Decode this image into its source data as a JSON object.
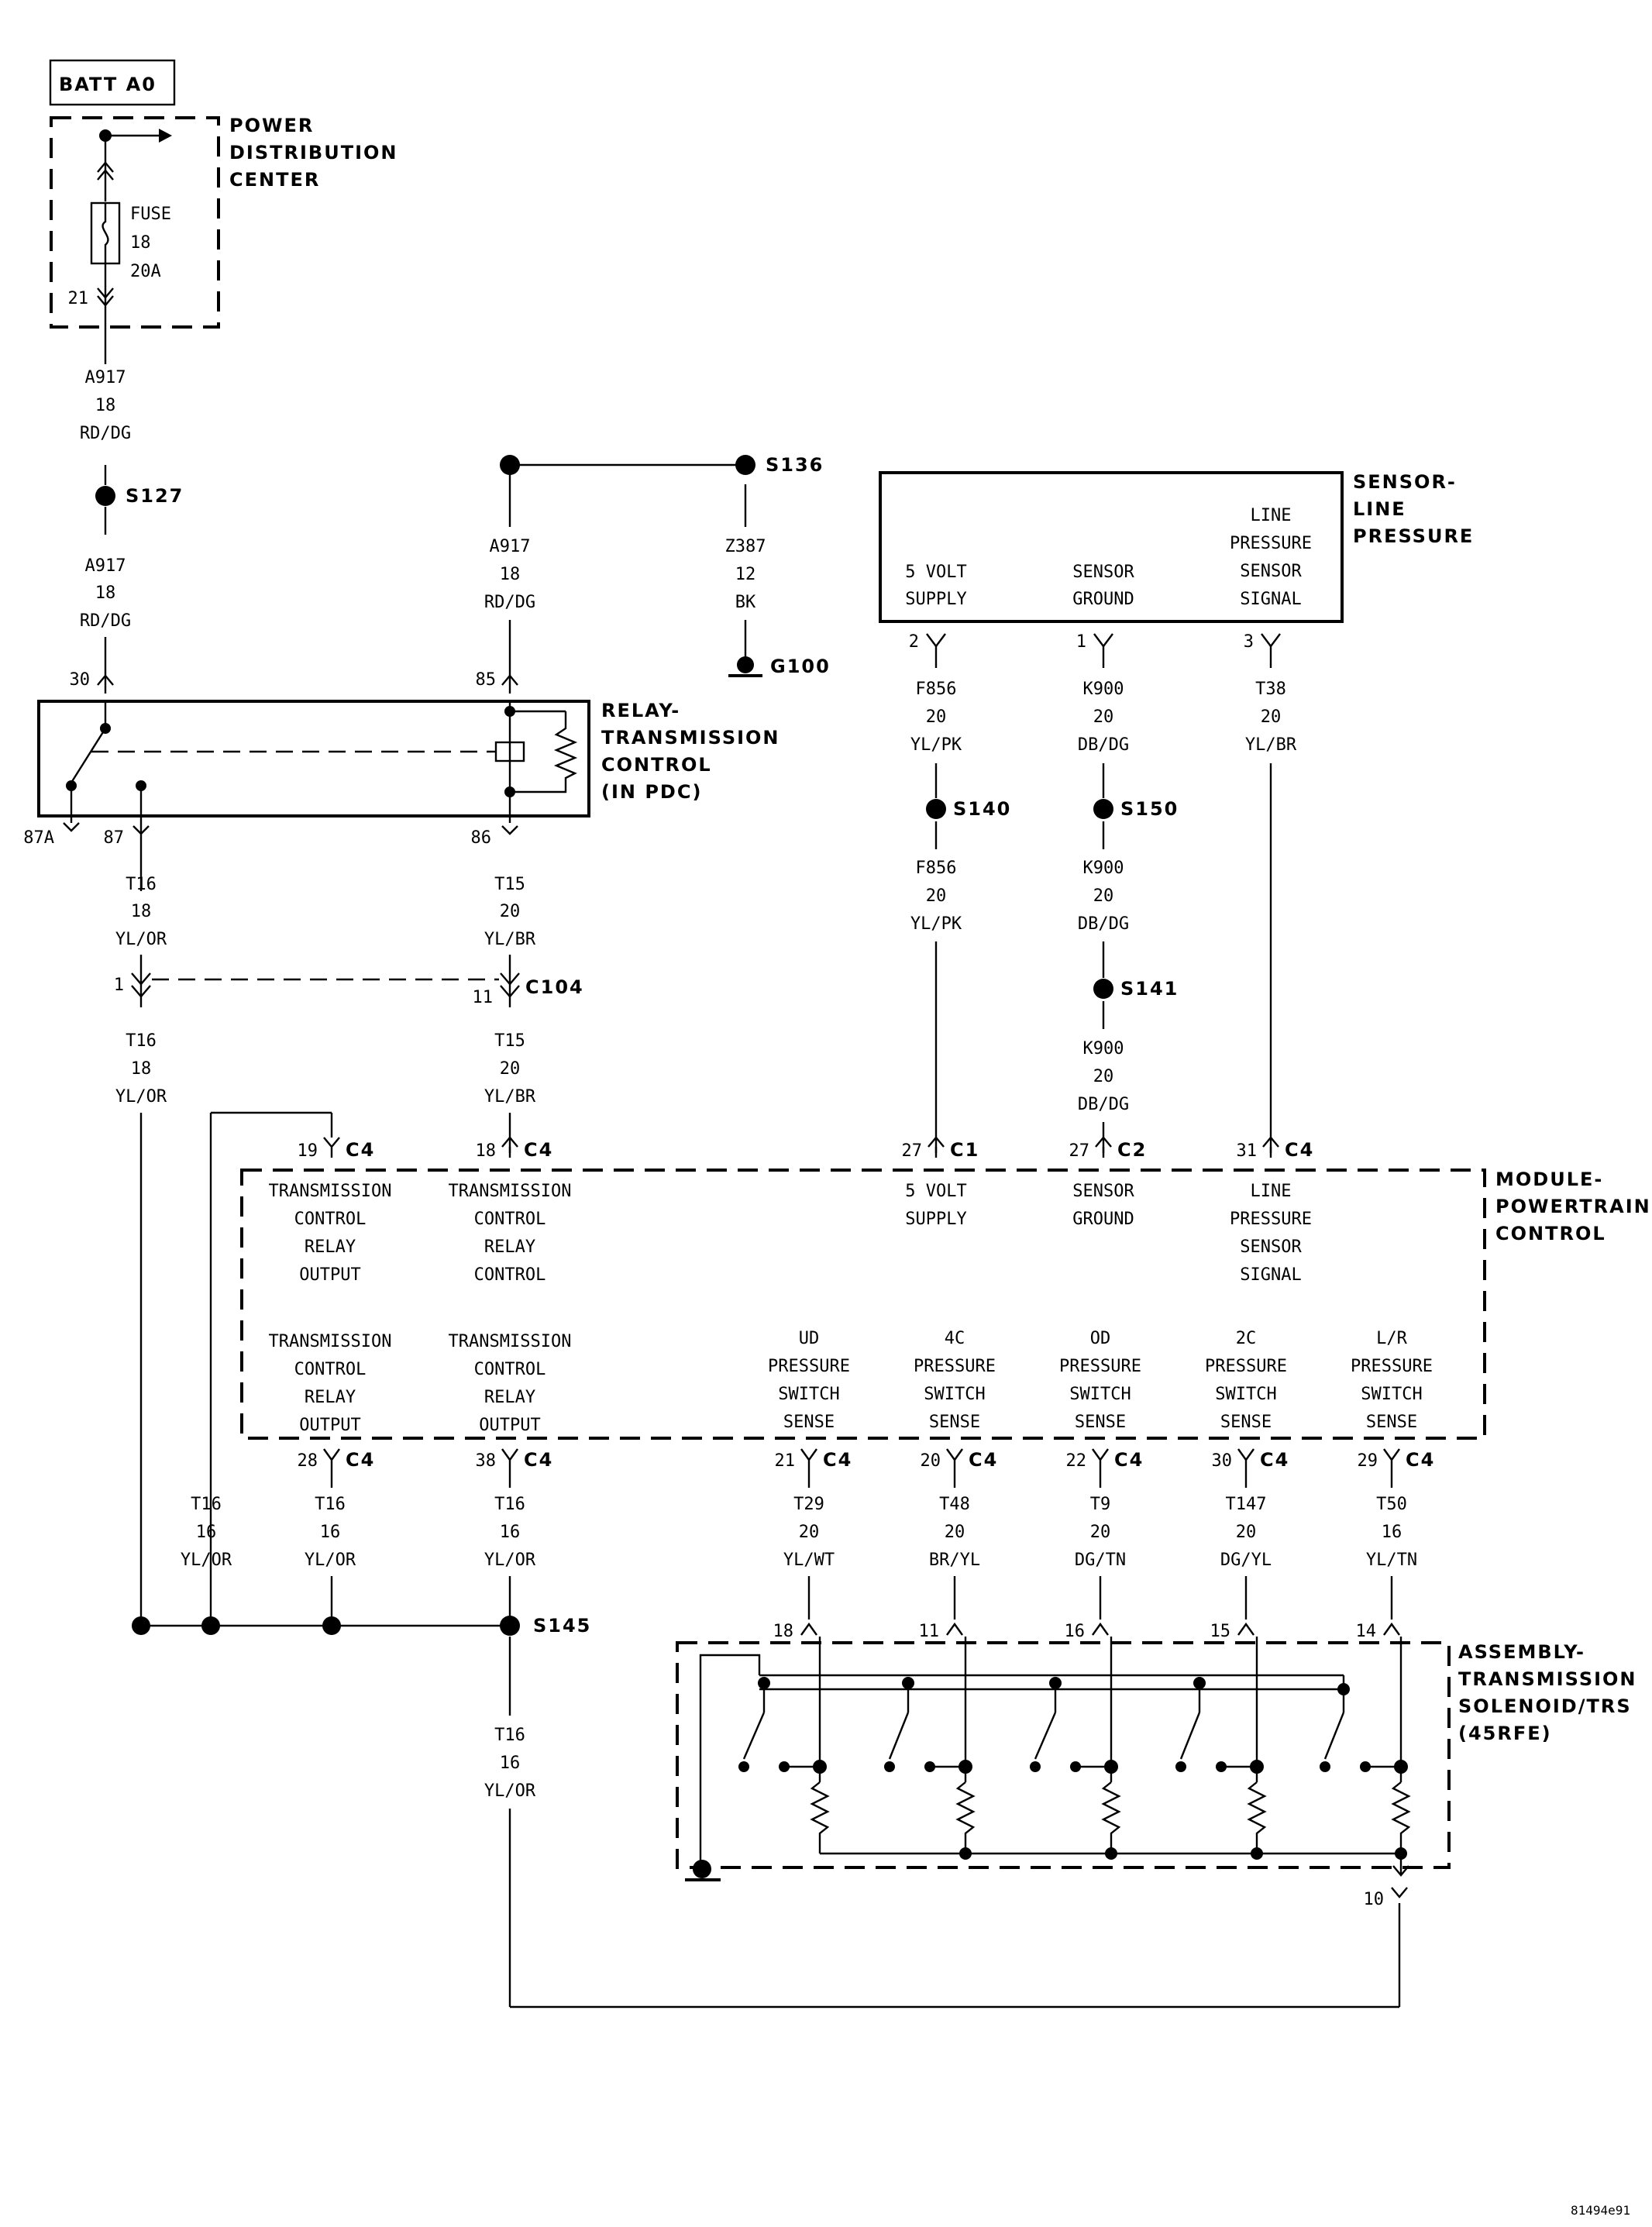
{
  "battery": {
    "label": "BATT A0"
  },
  "pdc": {
    "title": [
      "POWER",
      "DISTRIBUTION",
      "CENTER"
    ],
    "fuse": [
      "FUSE",
      "18",
      "20A"
    ],
    "pin": "21"
  },
  "wire_a917_upper": [
    "A917",
    "18",
    "RD/DG"
  ],
  "wire_a917_lower": [
    "A917",
    "18",
    "RD/DG"
  ],
  "wire_a917_right": [
    "A917",
    "18",
    "RD/DG"
  ],
  "wire_z387": [
    "Z387",
    "12",
    "BK"
  ],
  "splices": {
    "s127": "S127",
    "s136": "S136",
    "s140": "S140",
    "s150": "S150",
    "s141": "S141",
    "s145": "S145"
  },
  "ground": {
    "g100": "G100"
  },
  "relay": {
    "title": [
      "RELAY-",
      "TRANSMISSION",
      "CONTROL",
      "(IN PDC)"
    ],
    "pin30": "30",
    "pin85": "85",
    "pin87a": "87A",
    "pin87": "87",
    "pin86": "86"
  },
  "wire_t16_relay": [
    "T16",
    "18",
    "YL/OR"
  ],
  "wire_t15_relay": [
    "T15",
    "20",
    "YL/BR"
  ],
  "c104": {
    "label": "C104",
    "pin_left": "1",
    "pin_right": "11"
  },
  "wire_t16_c104": [
    "T16",
    "18",
    "YL/OR"
  ],
  "wire_t15_c104": [
    "T15",
    "20",
    "YL/BR"
  ],
  "sensor": {
    "title": [
      "SENSOR-",
      "LINE",
      "PRESSURE"
    ],
    "pins": [
      {
        "label": [
          "5 VOLT",
          "SUPPLY"
        ],
        "pin": "2"
      },
      {
        "label": [
          "SENSOR",
          "GROUND"
        ],
        "pin": "1"
      },
      {
        "label": [
          "LINE",
          "PRESSURE",
          "SENSOR",
          "SIGNAL"
        ],
        "pin": "3"
      }
    ]
  },
  "wire_f856_a": [
    "F856",
    "20",
    "YL/PK"
  ],
  "wire_f856_b": [
    "F856",
    "20",
    "YL/PK"
  ],
  "wire_k900_a": [
    "K900",
    "20",
    "DB/DG"
  ],
  "wire_k900_b": [
    "K900",
    "20",
    "DB/DG"
  ],
  "wire_k900_c": [
    "K900",
    "20",
    "DB/DG"
  ],
  "wire_t38": [
    "T38",
    "20",
    "YL/BR"
  ],
  "pcm": {
    "title": [
      "MODULE-",
      "POWERTRAIN",
      "CONTROL"
    ],
    "top_pins": [
      {
        "pin": "19",
        "conn": "C4",
        "label": [
          "TRANSMISSION",
          "CONTROL",
          "RELAY",
          "OUTPUT"
        ]
      },
      {
        "pin": "18",
        "conn": "C4",
        "label": [
          "TRANSMISSION",
          "CONTROL",
          "RELAY",
          "CONTROL"
        ]
      },
      {
        "pin": "27",
        "conn": "C1",
        "label": [
          "5 VOLT",
          "SUPPLY"
        ]
      },
      {
        "pin": "27",
        "conn": "C2",
        "label": [
          "SENSOR",
          "GROUND"
        ]
      },
      {
        "pin": "31",
        "conn": "C4",
        "label": [
          "LINE",
          "PRESSURE",
          "SENSOR",
          "SIGNAL"
        ]
      }
    ],
    "bottom_pins": [
      {
        "pin": "28",
        "conn": "C4",
        "label": [
          "TRANSMISSION",
          "CONTROL",
          "RELAY",
          "OUTPUT"
        ]
      },
      {
        "pin": "38",
        "conn": "C4",
        "label": [
          "TRANSMISSION",
          "CONTROL",
          "RELAY",
          "OUTPUT"
        ]
      },
      {
        "pin": "21",
        "conn": "C4",
        "label": [
          "UD",
          "PRESSURE",
          "SWITCH",
          "SENSE"
        ]
      },
      {
        "pin": "20",
        "conn": "C4",
        "label": [
          "4C",
          "PRESSURE",
          "SWITCH",
          "SENSE"
        ]
      },
      {
        "pin": "22",
        "conn": "C4",
        "label": [
          "OD",
          "PRESSURE",
          "SWITCH",
          "SENSE"
        ]
      },
      {
        "pin": "30",
        "conn": "C4",
        "label": [
          "2C",
          "PRESSURE",
          "SWITCH",
          "SENSE"
        ]
      },
      {
        "pin": "29",
        "conn": "C4",
        "label": [
          "L/R",
          "PRESSURE",
          "SWITCH",
          "SENSE"
        ]
      }
    ]
  },
  "lower_wires": [
    [
      "T16",
      "16",
      "YL/OR"
    ],
    [
      "T16",
      "16",
      "YL/OR"
    ],
    [
      "T16",
      "16",
      "YL/OR"
    ],
    [
      "T29",
      "20",
      "YL/WT"
    ],
    [
      "T48",
      "20",
      "BR/YL"
    ],
    [
      "T9",
      "20",
      "DG/TN"
    ],
    [
      "T147",
      "20",
      "DG/YL"
    ],
    [
      "T50",
      "16",
      "YL/TN"
    ]
  ],
  "wire_t16_s145": [
    "T16",
    "16",
    "YL/OR"
  ],
  "assembly": {
    "title": [
      "ASSEMBLY-",
      "TRANSMISSION",
      "SOLENOID/TRS",
      "(45RFE)"
    ],
    "pins": [
      "18",
      "11",
      "16",
      "15",
      "14"
    ],
    "pin_bottom": "10"
  },
  "figure_id": "81494e91"
}
